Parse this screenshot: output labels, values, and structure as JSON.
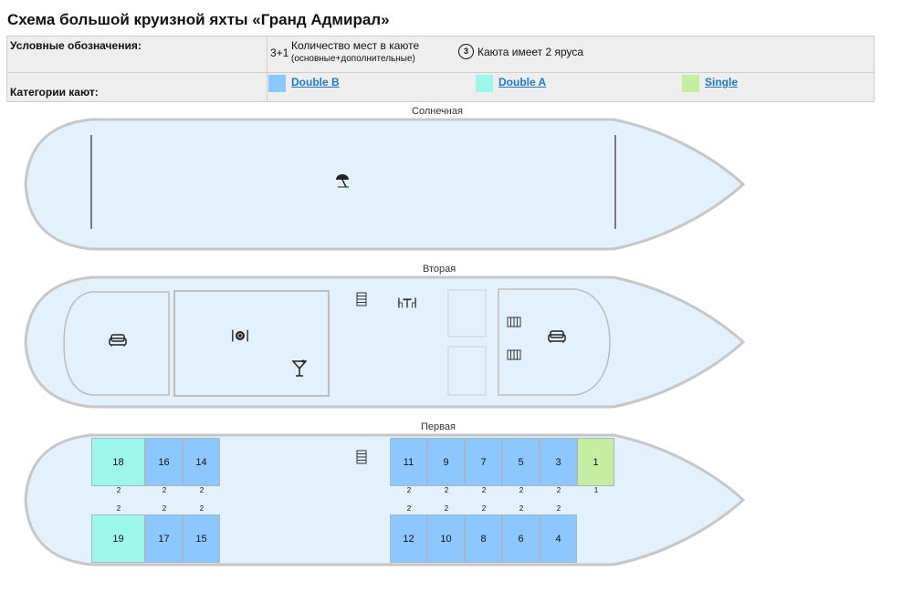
{
  "page": {
    "title": "Схема большой круизной яхты «Гранд Адмирал»"
  },
  "legend": {
    "symbols_label": "Условные обозначения:",
    "seats_example": "3+1",
    "seats_text": "Количество мест в каюте",
    "seats_subtext": "(основные+дополнительные)",
    "tier_example": "3",
    "tier_text": "Каюта имеет 2 яруса",
    "categories_label": "Категории кают:",
    "categories": [
      {
        "name": "Double B",
        "color": "#8cc8ff"
      },
      {
        "name": "Double A",
        "color": "#9cf6ec"
      },
      {
        "name": "Single",
        "color": "#c6eea2"
      }
    ]
  },
  "decks": {
    "sun": {
      "title": "Солнечная",
      "icons": [
        "umbrella-icon"
      ]
    },
    "second": {
      "title": "Вторая",
      "icons": [
        "stairs-icon",
        "table-chairs-icon",
        "sofa-icon",
        "restaurant-icon",
        "cocktail-icon",
        "radiator-icon"
      ]
    },
    "first": {
      "title": "Первая",
      "icons": [
        "stairs-icon"
      ],
      "cabins": [
        {
          "number": "18",
          "capacity": "2",
          "category": "Double A"
        },
        {
          "number": "16",
          "capacity": "2",
          "category": "Double B"
        },
        {
          "number": "14",
          "capacity": "2",
          "category": "Double B"
        },
        {
          "number": "11",
          "capacity": "2",
          "category": "Double B"
        },
        {
          "number": "9",
          "capacity": "2",
          "category": "Double B"
        },
        {
          "number": "7",
          "capacity": "2",
          "category": "Double B"
        },
        {
          "number": "5",
          "capacity": "2",
          "category": "Double B"
        },
        {
          "number": "3",
          "capacity": "2",
          "category": "Double B"
        },
        {
          "number": "1",
          "capacity": "1",
          "category": "Single"
        },
        {
          "number": "19",
          "capacity": "2",
          "category": "Double A"
        },
        {
          "number": "17",
          "capacity": "2",
          "category": "Double B"
        },
        {
          "number": "15",
          "capacity": "2",
          "category": "Double B"
        },
        {
          "number": "12",
          "capacity": "2",
          "category": "Double B"
        },
        {
          "number": "10",
          "capacity": "2",
          "category": "Double B"
        },
        {
          "number": "8",
          "capacity": "2",
          "category": "Double B"
        },
        {
          "number": "6",
          "capacity": "2",
          "category": "Double B"
        },
        {
          "number": "4",
          "capacity": "2",
          "category": "Double B"
        }
      ]
    }
  },
  "colors": {
    "hull_fill": "#e2f1fb",
    "hull_stroke": "#c7c7c7",
    "link": "#1e7bc6"
  }
}
